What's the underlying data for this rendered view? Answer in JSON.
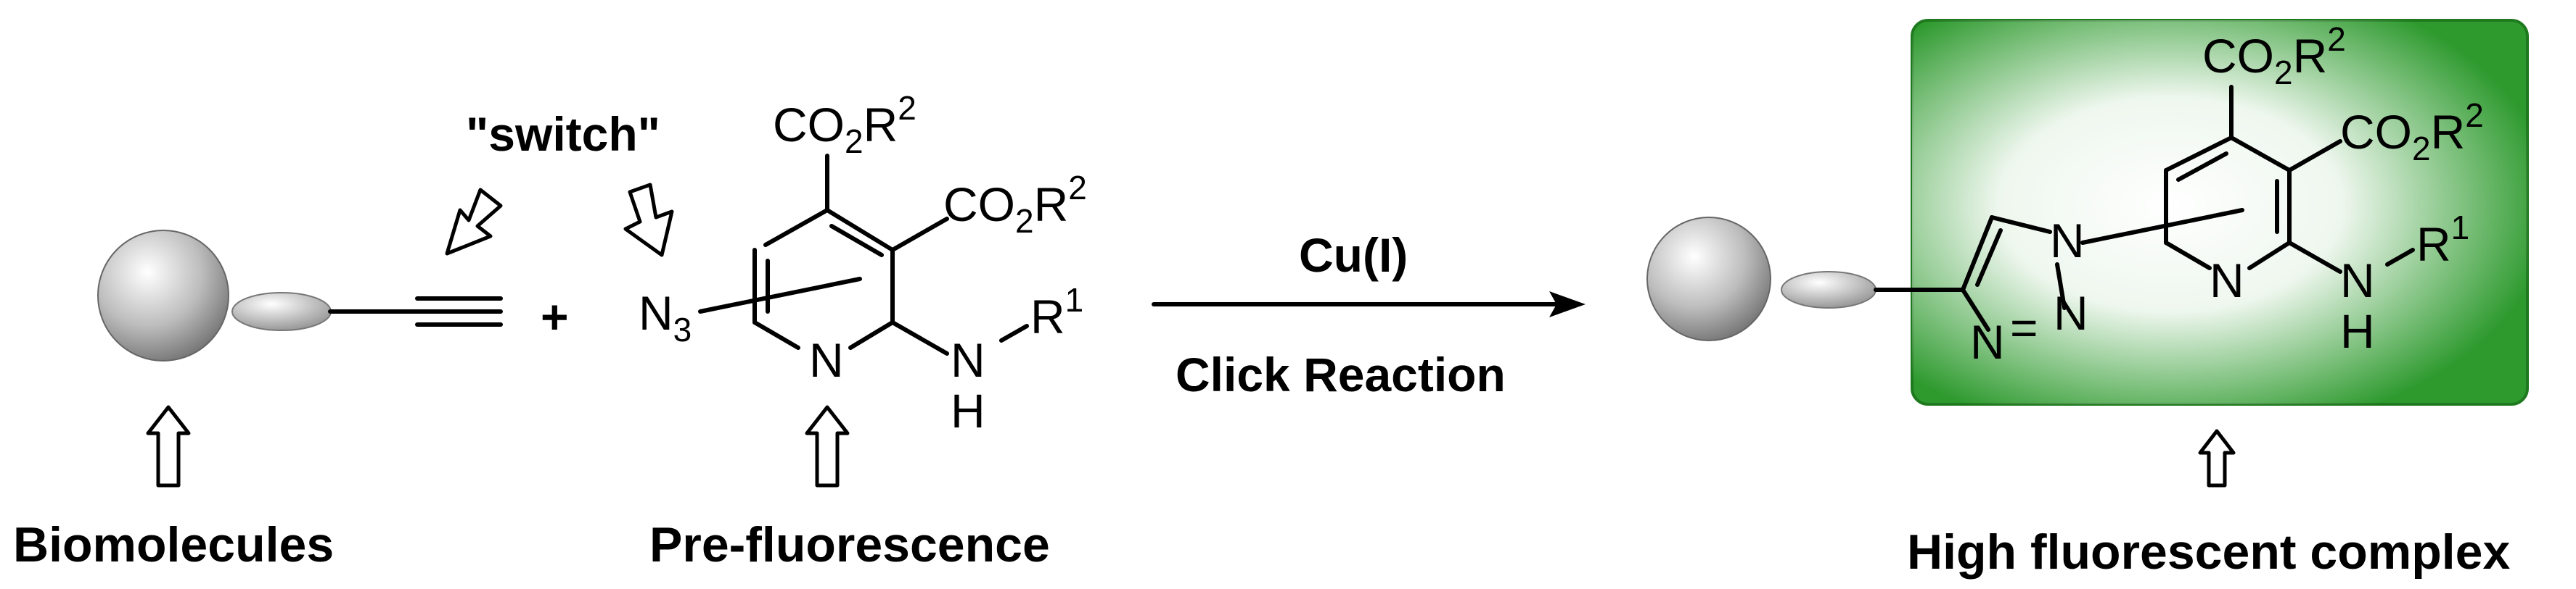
{
  "switch_label": "\"switch\"",
  "plus": "+",
  "reagent": {
    "azide": "N",
    "azide_sub": "3",
    "co2r2_top": "CO",
    "co2r2_top_sub": "2",
    "co2r2_top_r": "R",
    "co2r2_top_sup": "2",
    "co2r2_right": "CO",
    "co2r2_right_sub": "2",
    "co2r2_right_r": "R",
    "co2r2_right_sup": "2",
    "ring_n": "N",
    "amine_n": "N",
    "amine_h": "H",
    "amine_r": "R",
    "amine_sup": "1"
  },
  "arrow": {
    "above": "Cu(I)",
    "below": "Click Reaction"
  },
  "product": {
    "co2r2_top": "CO",
    "co2r2_top_sub": "2",
    "co2r2_top_r": "R",
    "co2r2_top_sup": "2",
    "co2r2_right": "CO",
    "co2r2_right_sub": "2",
    "co2r2_right_r": "R",
    "co2r2_right_sup": "2",
    "triazole_n1": "N",
    "triazole_n2": "N",
    "triazole_n3": "N",
    "triazole_eq": "=",
    "ring_n": "N",
    "amine_n": "N",
    "amine_h": "H",
    "amine_r": "R",
    "amine_sup": "1",
    "box_color": "#2e9a2e"
  },
  "captions": {
    "biomolecules": "Biomolecules",
    "pre_fluorescence": "Pre-fluorescence",
    "high_fluorescent": "High fluorescent complex"
  }
}
